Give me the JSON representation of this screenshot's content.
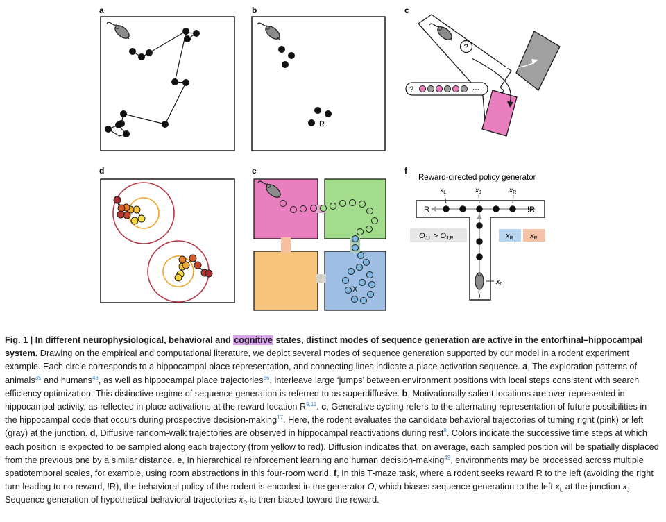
{
  "panels": {
    "a": {
      "label": "a"
    },
    "b": {
      "label": "b",
      "reward_label": "R"
    },
    "c": {
      "label": "c",
      "question": "?",
      "seq_question": "?",
      "seq_ellipsis": "···"
    },
    "d": {
      "label": "d"
    },
    "e": {
      "label": "e",
      "target_label": "X"
    },
    "f": {
      "label": "f",
      "title": "Reward-directed policy generator",
      "xL": "x",
      "xL_sub": "L",
      "xJ": "x",
      "xJ_sub": "J",
      "xR": "x",
      "xR_sub": "R",
      "left_end": "R",
      "right_end": "!R",
      "policy_O": "O",
      "policy_sub1": "J,L",
      "policy_gt": " > ",
      "policy_sub2": "J,R",
      "box_xR": "x",
      "box_xR_sub": "R",
      "x0": "x",
      "x0_sub": "0"
    }
  },
  "colors": {
    "pink": "#e97fbf",
    "green": "#a3dc8c",
    "orange": "#f7c47c",
    "blue": "#9ebfe3",
    "gray_arm": "#a0a0a0",
    "ring_outer": "#b23a48",
    "ring_inner": "#f0a830",
    "highlight": "#d9a3ee",
    "box_blue": "#b8d6f0",
    "box_orange": "#f4c2a6"
  },
  "caption": {
    "lead_prefix": "Fig. 1 | In different neurophysiological, behavioral and ",
    "lead_highlight": "cognitive",
    "lead_suffix": " states, distinct modes of sequence generation are active in the entorhinal–hippocampal system.",
    "s1": " Drawing on the empirical and computational literature, we depict several modes of sequence generation supported by our model in a rodent experiment example. Each circle corresponds to a hippocampal place representation, and connecting lines indicate a place activation sequence. ",
    "a_lbl": "a",
    "a_t1": ", The exploration patterns of animals",
    "ref35": "35",
    "a_t2": " and humans",
    "ref48": "48",
    "a_t3": ", as well as hippocampal place trajectories",
    "ref36": "36",
    "a_t4": ", interleave large ‘jumps’ between environment positions with local steps consistent with search efficiency optimization. This distinctive regime of sequence generation is referred to as superdiffusive. ",
    "b_lbl": "b",
    "b_t1": ", Motivationally salient locations are over-represented in hippocampal activity, as reflected in place activations at the reward location R",
    "ref911": "9,11",
    "b_t2": ". ",
    "c_lbl": "c",
    "c_t1": ", Generative cycling refers to the alternating representation of future possibilities in the hippocampal code that occurs during prospective decision-making",
    "ref17": "17",
    "c_t2": ". Here, the rodent evaluates the candidate behavioral trajectories of turning right (pink) or left (gray) at the junction. ",
    "d_lbl": "d",
    "d_t1": ", Diffusive random-walk trajectories are observed in hippocampal reactivations during rest",
    "ref8": "8",
    "d_t2": ". Colors indicate the successive time steps at which each position is expected to be sampled along each trajectory (from yellow to red). Diffusion indicates that, on average, each sampled position will be spatially displaced from the previous one by a similar distance. ",
    "e_lbl": "e",
    "e_t1": ", In hierarchical reinforcement learning and human decision-making",
    "ref49": "49",
    "e_t2": ", environments may be processed across multiple spatiotemporal scales, for example, using room abstractions in this four-room world. ",
    "f_lbl": "f",
    "f_t1": ", In this T-maze task, where a rodent seeks reward R to the left (avoiding the right turn leading to no reward, !R), the behavioral policy of the rodent is encoded in the generator ",
    "f_O": "O",
    "f_t2": ", which biases sequence generation to the left ",
    "f_x1": "x",
    "f_x1s": "L",
    "f_t3": " at the junction ",
    "f_x2": "x",
    "f_x2s": "J",
    "f_t4": ". Sequence generation of hypothetical behavioral trajectories ",
    "f_x3": "x",
    "f_x3s": "R",
    "f_t5": " is then biased toward the reward."
  }
}
